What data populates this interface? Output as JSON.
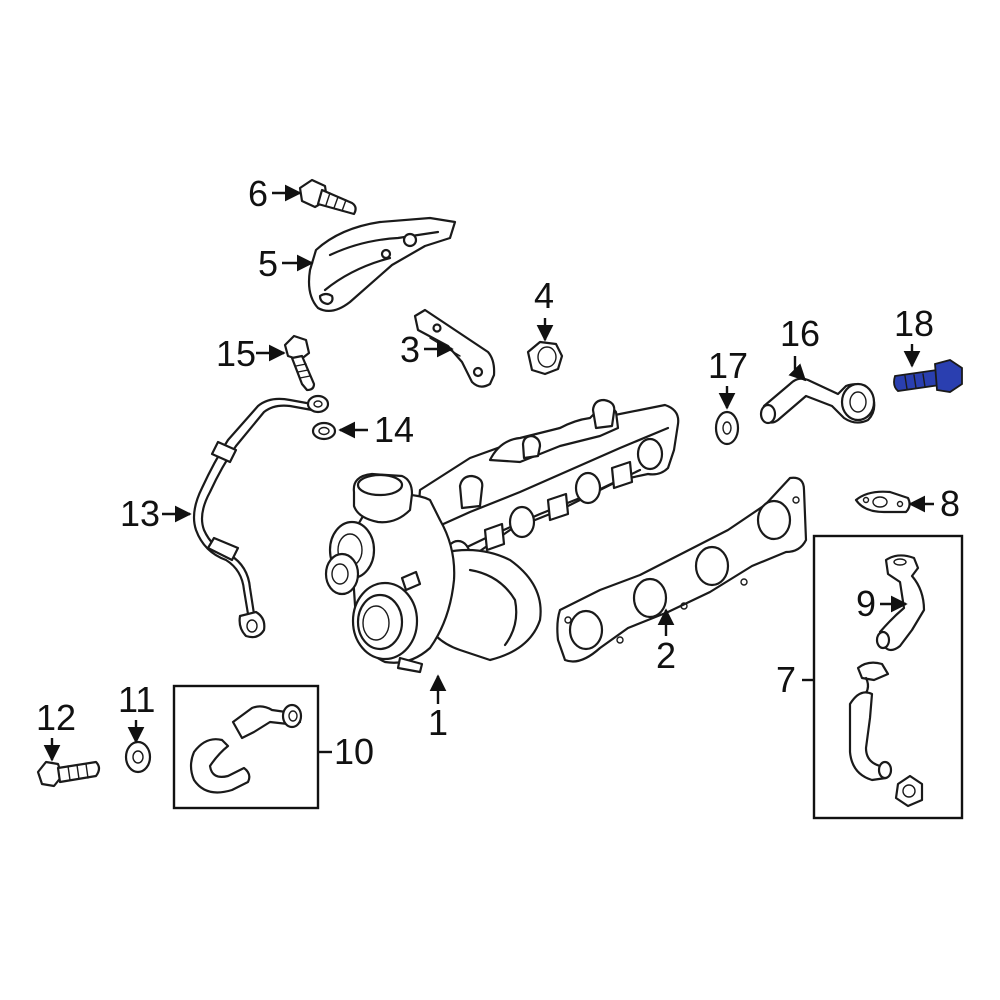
{
  "highlight_color": "#2a3fb0",
  "highlighted_part": "18",
  "callouts": {
    "c1": "1",
    "c2": "2",
    "c3": "3",
    "c4": "4",
    "c5": "5",
    "c6": "6",
    "c7": "7",
    "c8": "8",
    "c9": "9",
    "c10": "10",
    "c11": "11",
    "c12": "12",
    "c13": "13",
    "c14": "14",
    "c15": "15",
    "c16": "16",
    "c17": "17",
    "c18": "18"
  }
}
